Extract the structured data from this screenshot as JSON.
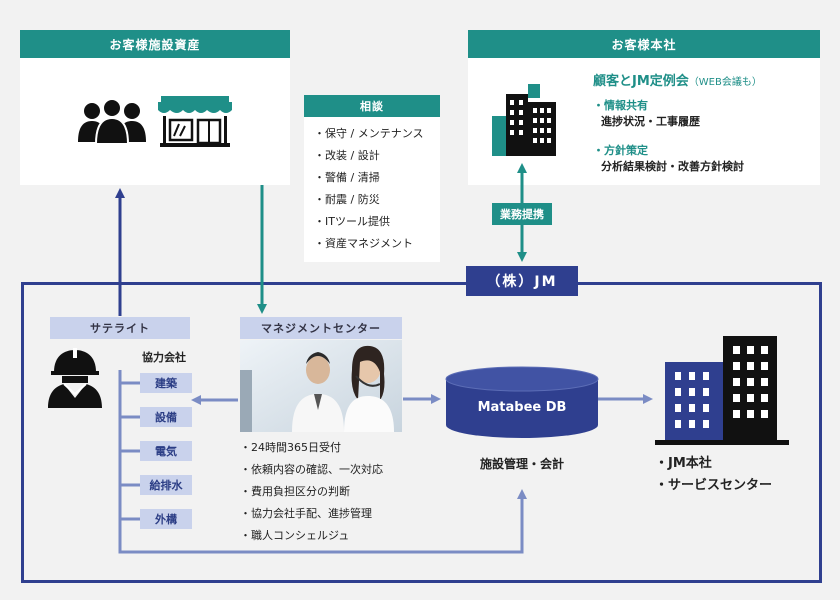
{
  "facility": {
    "title": "お客様施設資産"
  },
  "hq": {
    "title": "お客様本社",
    "meeting_main": "顧客とJM定例会",
    "meeting_sub": "（WEB会議も）",
    "sections": [
      {
        "heading": "・情報共有",
        "detail": "進捗状況・工事履歴"
      },
      {
        "heading": "・方針策定",
        "detail": "分析結果検討・改善方針検討"
      }
    ]
  },
  "consult": {
    "title": "相談",
    "items": [
      "・保守 / メンテナンス",
      "・改装 / 設計",
      "・警備 / 清掃",
      "・耐震 / 防災",
      "・ITツール提供",
      "・資産マネジメント"
    ]
  },
  "partnership": {
    "label": "業務提携"
  },
  "jm": {
    "title": "（株）JM"
  },
  "satellite": {
    "title": "サテライト",
    "partner_label": "協力会社",
    "trades": [
      "建築",
      "設備",
      "電気",
      "給排水",
      "外構"
    ]
  },
  "management": {
    "title": "マネジメントセンター",
    "tasks": [
      "・24時間365日受付",
      "・依頼内容の確認、一次対応",
      "・費用負担区分の判断",
      "・協力会社手配、進捗管理",
      "・職人コンシェルジュ"
    ]
  },
  "db": {
    "name": "Matabee DB",
    "caption": "施設管理・会計"
  },
  "jm_office": {
    "lines": [
      "・JM本社",
      "・サービスセンター"
    ]
  },
  "colors": {
    "teal": "#1f8f88",
    "navy": "#2f3f8f",
    "arrow": "#7b8cc4",
    "label_bg": "#c9d2ec"
  }
}
